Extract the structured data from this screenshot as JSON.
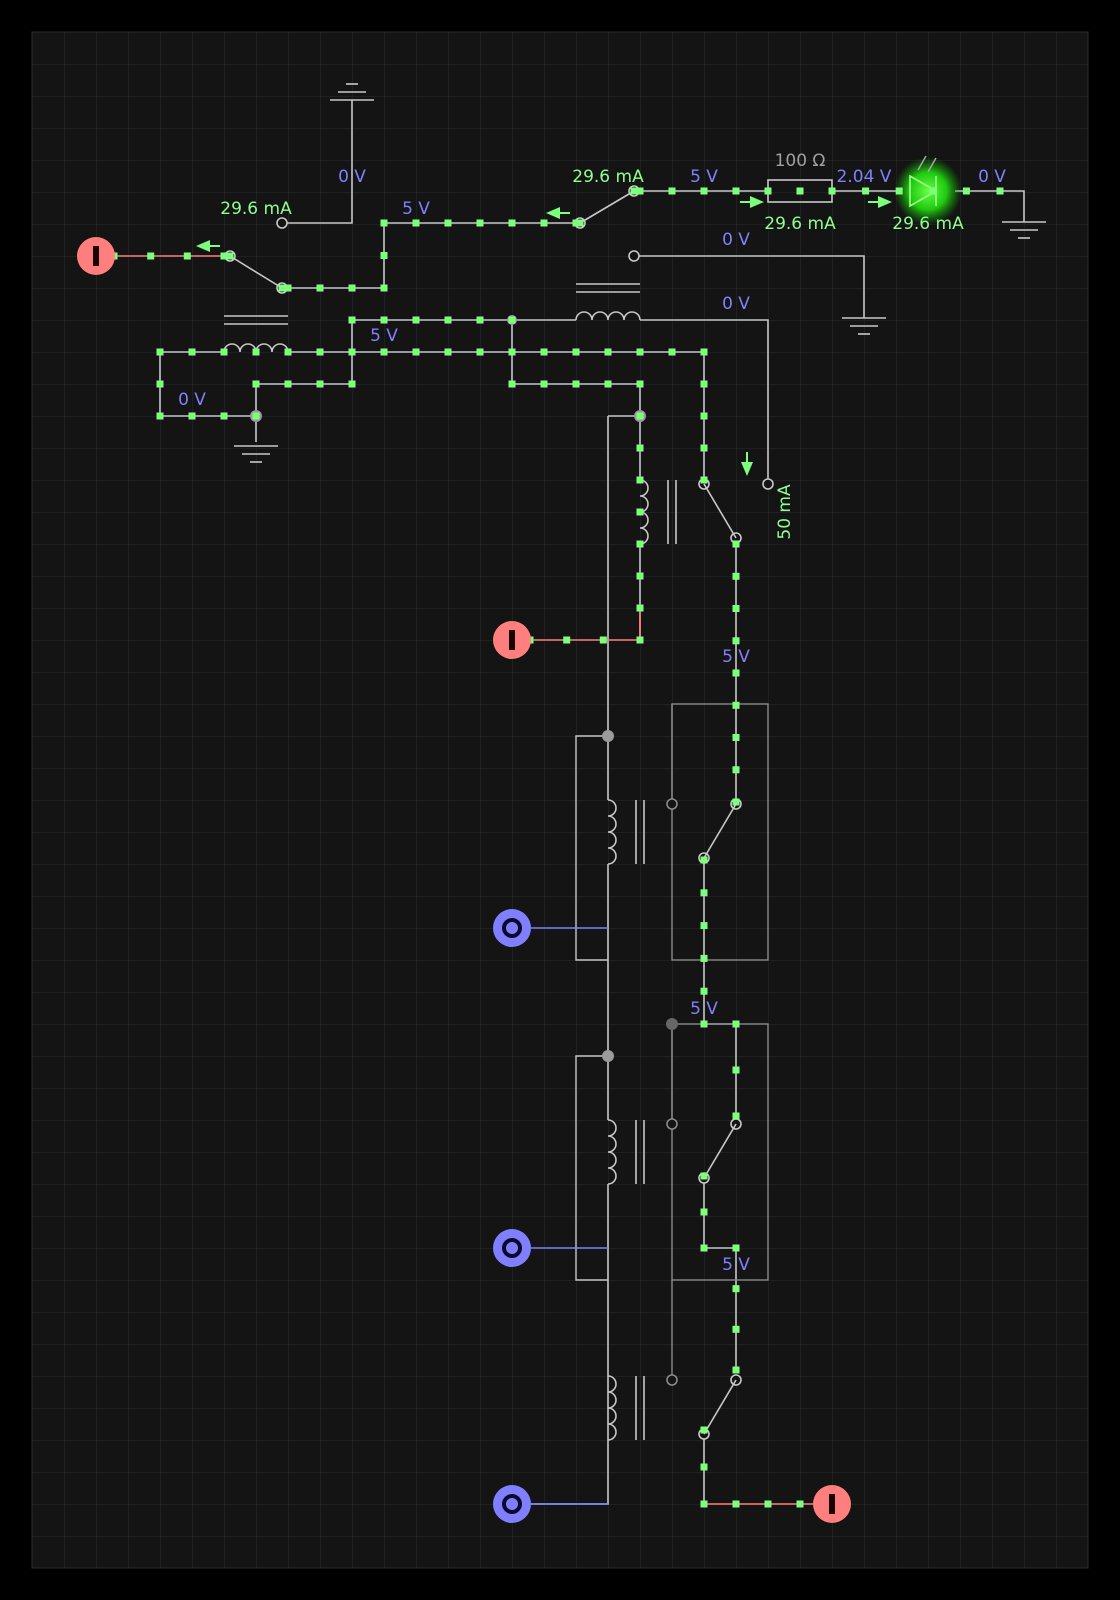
{
  "colors": {
    "background": "#000000",
    "grid": "#2b2b2b",
    "board": "#141414",
    "wire": "#c8c8c8",
    "wire_dim": "#8a8a8a",
    "current_dot": "#7CFF7C",
    "voltage_text": "#8080ff",
    "current_text": "#90ff90",
    "value_text": "#a0a0a0",
    "high_output": "#ff7f7f",
    "input_node": "#8080ff",
    "led_glow": "#22ee22"
  },
  "labels": {
    "v_top_ground": "0 V",
    "i_left_switch": "29.6 mA",
    "v_top_wire": "5 V",
    "i_switch2": "29.6 mA",
    "v_resistor_in": "5 V",
    "resistor_value": "100 Ω",
    "v_led_in": "2.04 V",
    "v_led_out": "0 V",
    "i_resistor": "29.6 mA",
    "i_led": "29.6 mA",
    "v_mid_right": "0 V",
    "v_relay_line": "0 V",
    "v_left_coil": "5 V",
    "v_left_ground": "0 V",
    "i_relay_vertical": "50 mA",
    "v_chain1": "5 V",
    "v_chain2": "5 V",
    "v_chain3": "5 V"
  },
  "terminals": {
    "high_left": "high-output-left",
    "high_mid": "high-output-middle",
    "high_bottom": "high-output-bottom",
    "input1": "input-node-1",
    "input2": "input-node-2",
    "input3": "input-node-3"
  }
}
